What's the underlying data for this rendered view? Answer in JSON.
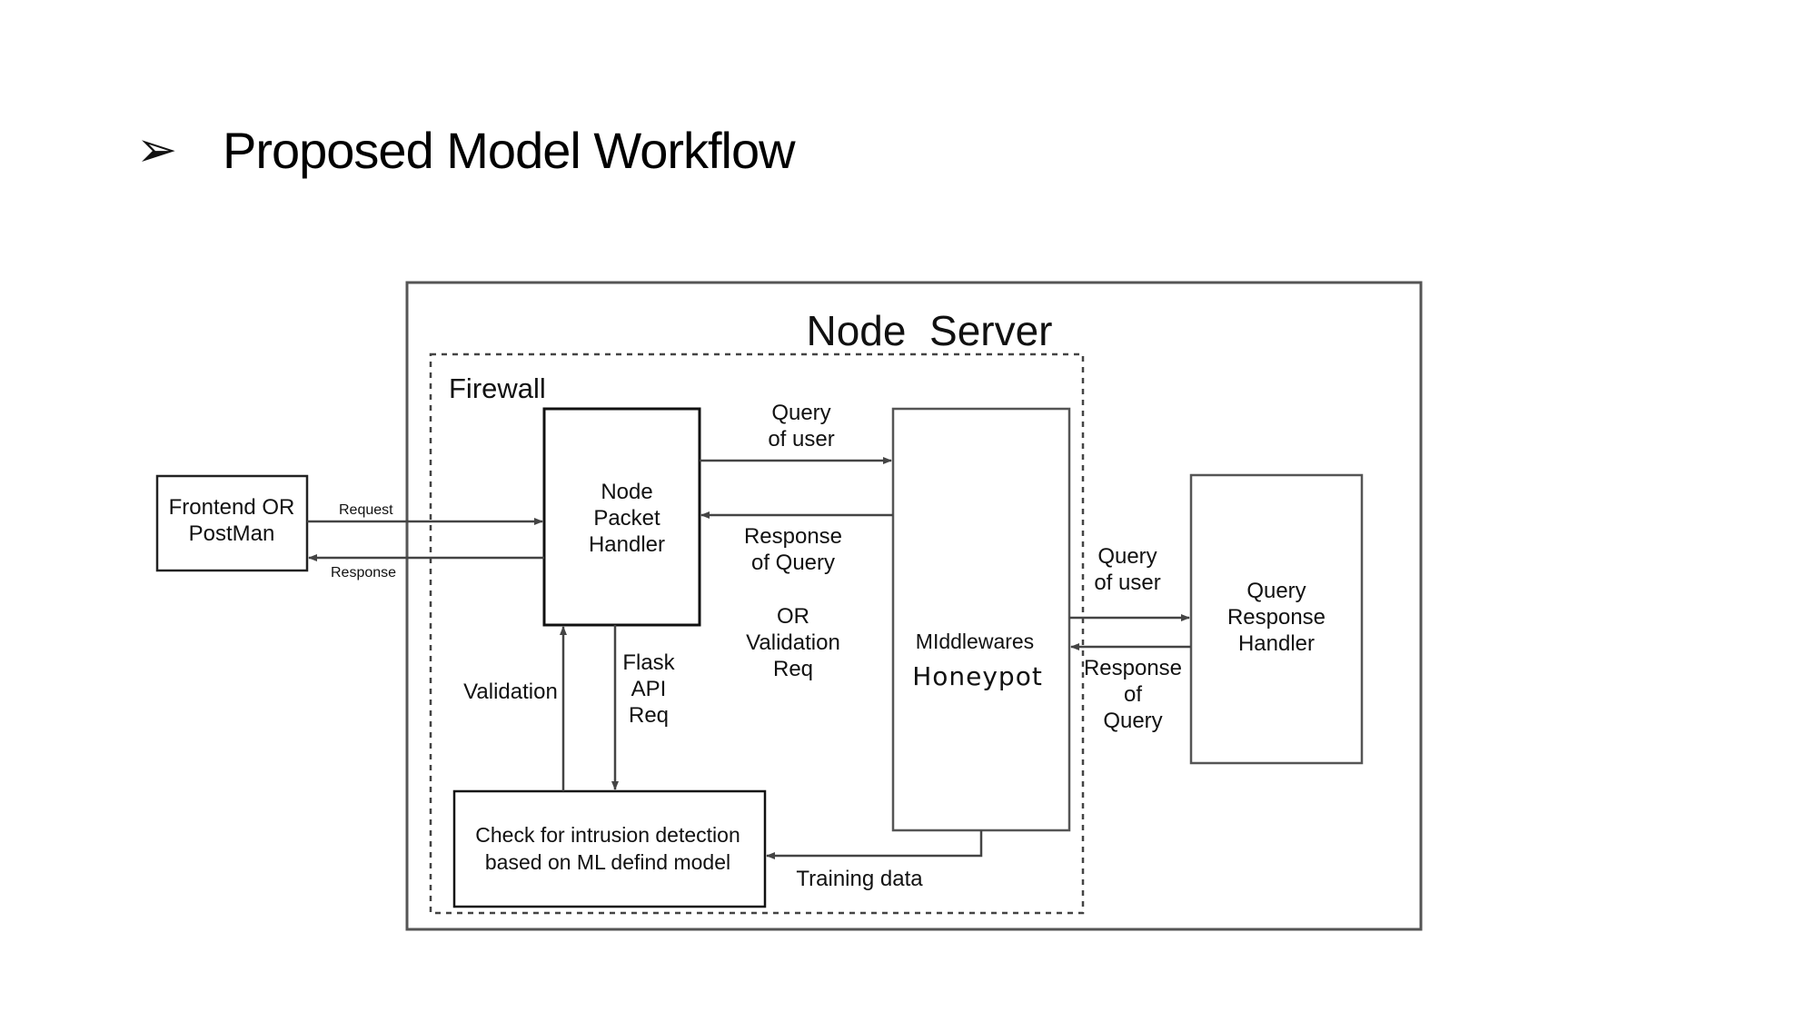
{
  "title": {
    "bullet": "➢",
    "text": "Proposed Model Workflow"
  },
  "diagram": {
    "server_label": "Node  Server",
    "firewall_label": "Firewall",
    "frontend": [
      "Frontend OR",
      "PostMan"
    ],
    "packet_handler": [
      "Node",
      "Packet",
      "Handler"
    ],
    "middlewares": {
      "line1": "MIddlewares",
      "line2": "Honeypot"
    },
    "query_handler": [
      "Query",
      "Response",
      "Handler"
    ],
    "intrusion_check": [
      "Check for intrusion detection",
      "based on ML defind model"
    ],
    "edges": {
      "request": "Request",
      "response": "Response",
      "query_of_user_top": [
        "Query",
        "of user"
      ],
      "response_of_query_mid": [
        "Response",
        "of Query"
      ],
      "or_validation": [
        "OR",
        "Validation",
        "Req"
      ],
      "query_of_user_right": [
        "Query",
        "of user"
      ],
      "response_of_query_right": [
        "Response",
        "of",
        "Query"
      ],
      "validation": "Validation",
      "flask_api": [
        "Flask",
        "API",
        "Req"
      ],
      "training_data": "Training data"
    }
  }
}
